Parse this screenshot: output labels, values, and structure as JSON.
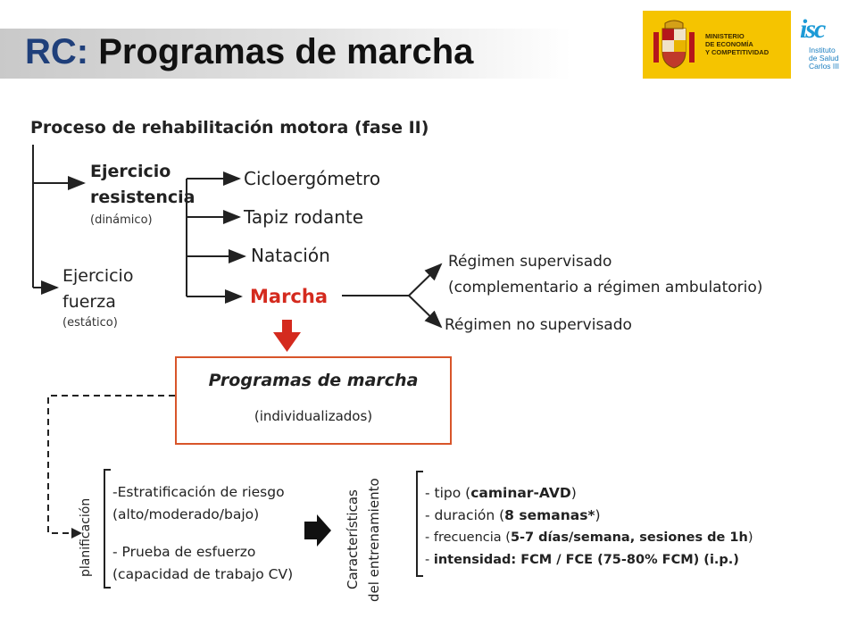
{
  "header": {
    "title_prefix": "RC:",
    "title_main": "Programas de marcha",
    "ministry_text": "MINISTERIO\nDE ECONOMÍA\nY COMPETITIVIDAD",
    "institute_mark": "isc",
    "institute_text": "Instituto\nde Salud\nCarlos III"
  },
  "diagram": {
    "root": "Proceso de rehabilitación motora (fase II)",
    "ejercicio_resistencia": {
      "line1": "Ejercicio",
      "line2": "resistencia",
      "sub": "(dinámico)"
    },
    "ejercicio_fuerza": {
      "line1": "Ejercicio",
      "line2": "fuerza",
      "sub": "(estático)"
    },
    "options": [
      "Cicloergómetro",
      "Tapiz rodante",
      "Natación",
      "Marcha"
    ],
    "regimes": {
      "supervised_line1": "Régimen supervisado",
      "supervised_line2": "(complementario a régimen ambulatorio)",
      "unsupervised": "Régimen no supervisado"
    },
    "box": {
      "title": "Programas de marcha",
      "subtitle": "(individualizados)"
    },
    "planificacion": {
      "label": "planificación",
      "items": [
        {
          "line1": "-Estratificación de riesgo",
          "line2": "(alto/moderado/bajo)"
        },
        {
          "line1": "- Prueba de esfuerzo",
          "line2": "(capacidad de trabajo CV)"
        }
      ]
    },
    "caracteristicas": {
      "label_line1": "Características",
      "label_line2": "del entrenamiento",
      "items": [
        {
          "pre": "- tipo (",
          "bold": "caminar-AVD",
          "post": ")"
        },
        {
          "pre": "- duración (",
          "bold": "8 semanas*",
          "post": ")"
        },
        {
          "pre": "- frecuencia (",
          "bold": "5-7 días/semana, sesiones de 1h",
          "post": ")"
        },
        {
          "pre": "- ",
          "bold": "intensidad:  FCM / FCE (75-80% FCM) (i.p.)",
          "post": ""
        }
      ]
    }
  },
  "colors": {
    "accent_red": "#d8552a",
    "arrow_red": "#d42a1e",
    "title_blue": "#1f3f7a",
    "marcha_red": "#d42a1e"
  }
}
